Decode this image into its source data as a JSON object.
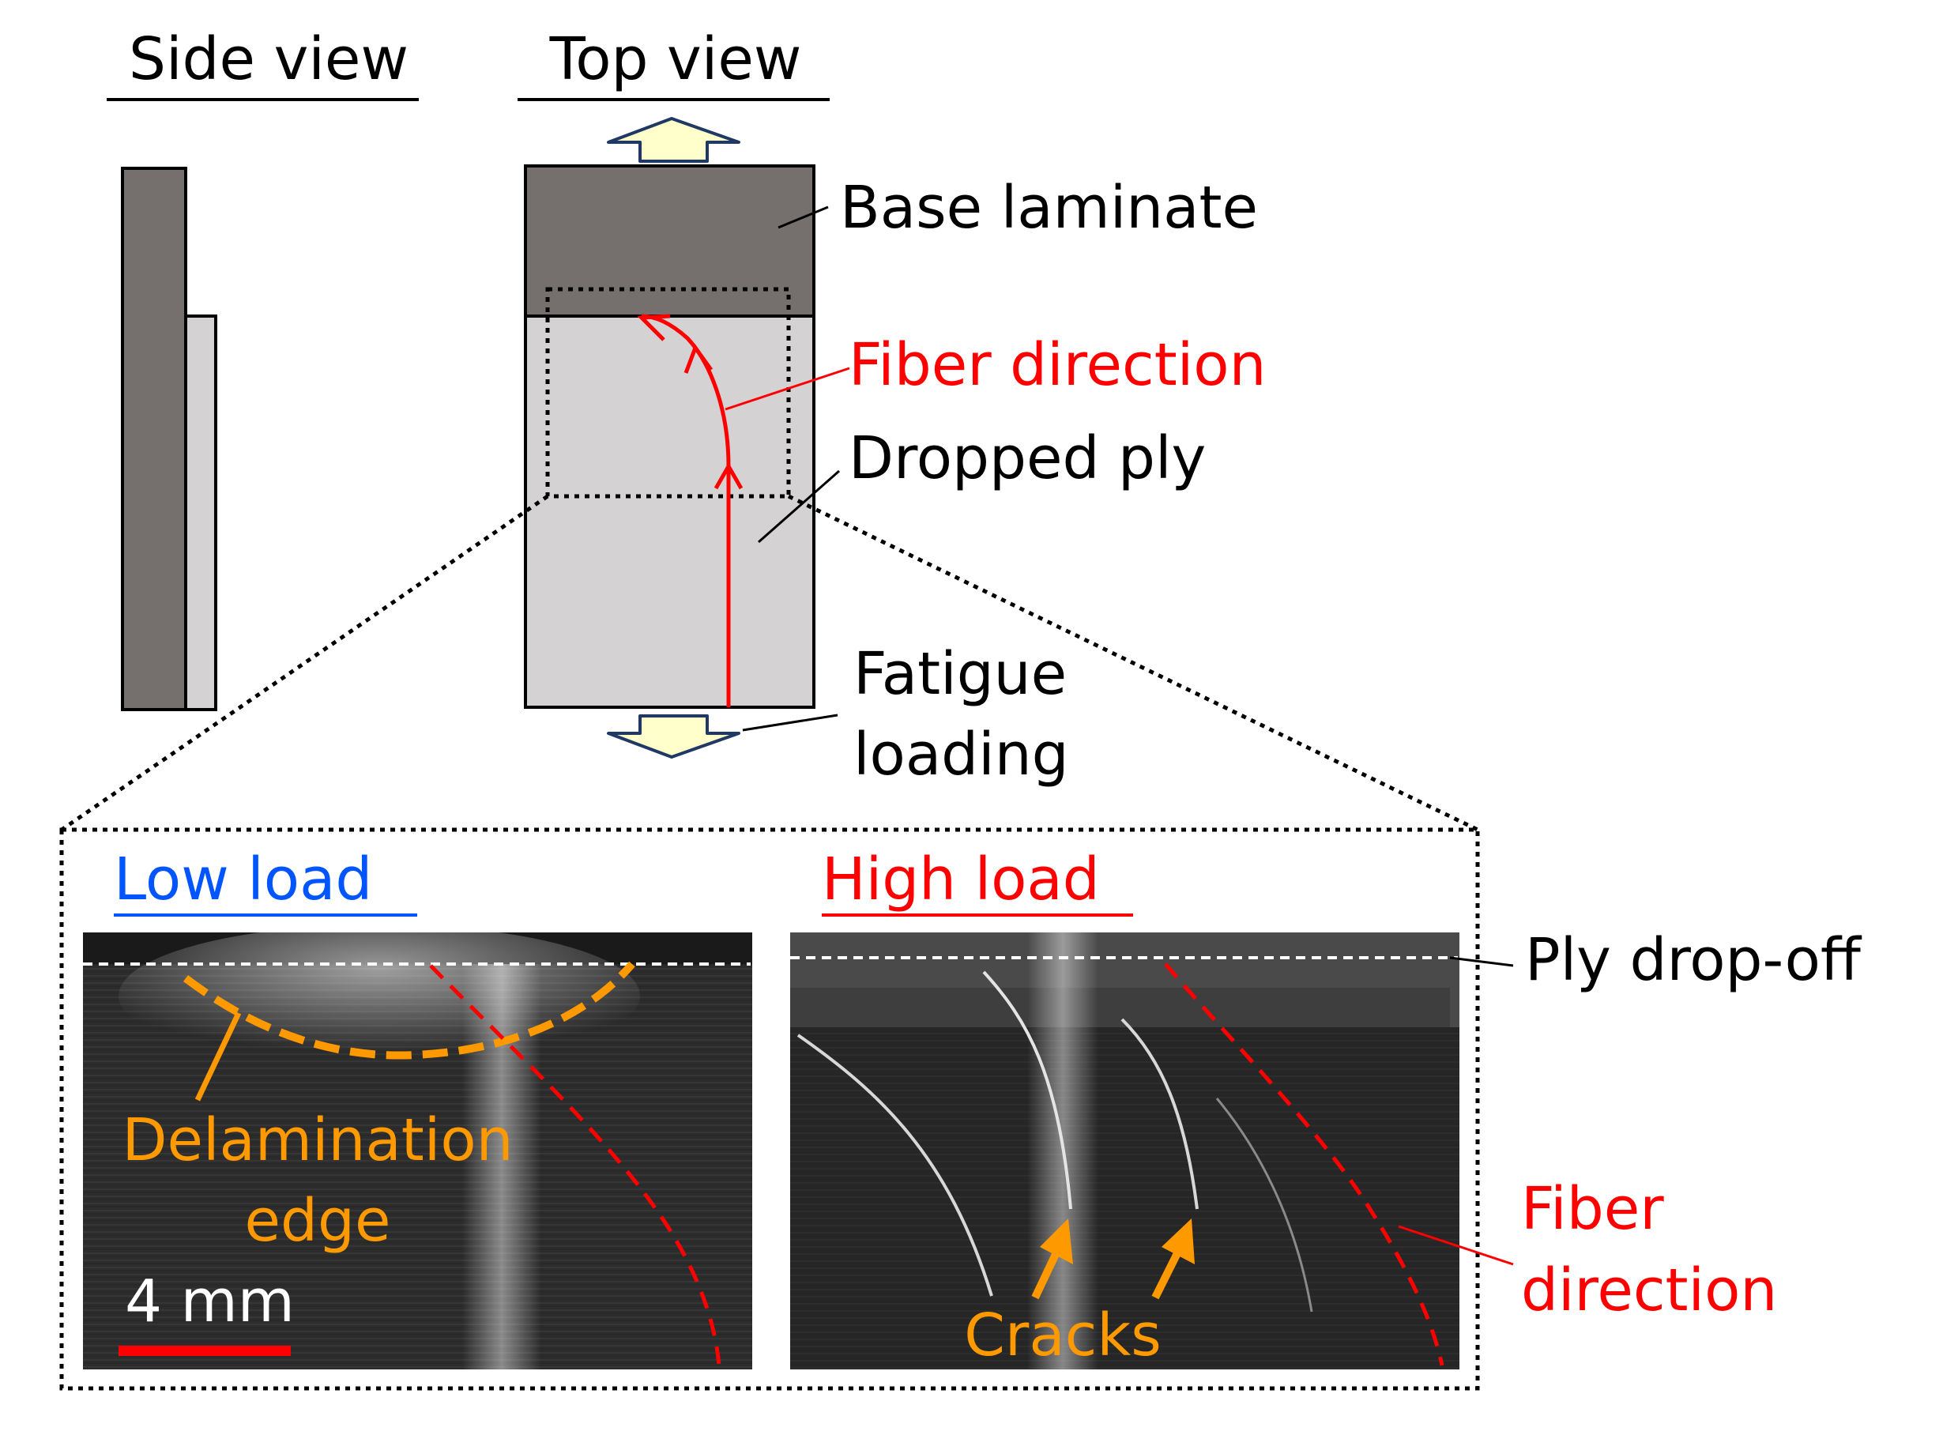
{
  "labels": {
    "side_view": "Side view",
    "top_view": "Top view",
    "base_laminate": "Base laminate",
    "fiber_direction_top": "Fiber direction",
    "dropped_ply": "Dropped ply",
    "fatigue_loading_line1": "Fatigue",
    "fatigue_loading_line2": "loading",
    "low_load": "Low load",
    "high_load": "High load",
    "ply_drop_off": "Ply drop-off",
    "delamination_line1": "Delamination",
    "delamination_line2": "edge",
    "scale_bar": "4 mm",
    "cracks": "Cracks",
    "fiber_direction_right_line1": "Fiber",
    "fiber_direction_right_line2": "direction"
  },
  "colors": {
    "base_laminate": "#75706e",
    "dropped_ply": "#d5d2d4",
    "fiber_red": "#ff0000",
    "low_load_blue": "#0055ff",
    "orange": "#ff9900",
    "arrow_fill": "#ffffcc",
    "arrow_stroke": "#1f3864"
  }
}
